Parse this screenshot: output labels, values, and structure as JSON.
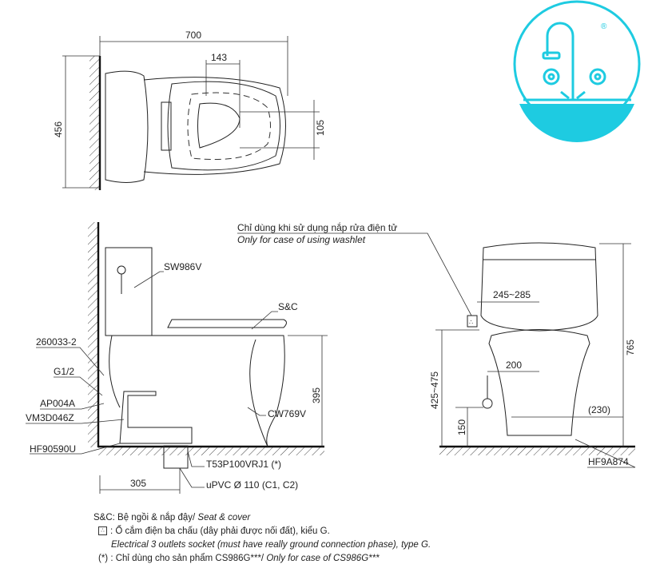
{
  "logo": {
    "name": "faucet-logo",
    "color": "#1ecbe1",
    "registered": "®"
  },
  "top_view": {
    "dim_width": "700",
    "dim_seat_offset": "143",
    "dim_depth": "456",
    "dim_small": "105"
  },
  "side_view": {
    "labels": {
      "tank_fitting": "SW986V",
      "seat": "S&C",
      "supply_hose": "260033-2",
      "thread": "G1/2",
      "stop_valve": "AP004A",
      "valve_part": "VM3D046Z",
      "flange": "HF90590U",
      "bowl": "CW769V",
      "drain": "T53P100VRJ1 (*)",
      "pipe": "uPVC Ø 110 (C1, C2)"
    },
    "dim_rough_in": "305",
    "dim_bowl_height": "395"
  },
  "front_view": {
    "note_vi": "Chỉ dùng khi sử dụng nắp rửa điện tử",
    "note_en": "Only for case of using washlet",
    "dim_total_height": "765",
    "dim_socket_height": "425~475",
    "dim_supply_height": "150",
    "dim_tank": "245~285",
    "dim_supply_offset": "200",
    "dim_bolt": "(230)",
    "bolt_part": "HF9A874"
  },
  "legend": {
    "sc_label": "S&C: Bệ ngồi & nắp đậy/ ",
    "sc_en": "Seat & cover",
    "socket_vi": ": Ổ cắm điện ba chấu (dây phải được nối đất), kiểu G.",
    "socket_en": "Electrical 3 outlets socket (must have really ground connection phase), type G.",
    "note_vi": "(*) : Chỉ dùng cho sản phẩm CS986G***/ ",
    "note_en": "Only for case of CS986G***"
  }
}
